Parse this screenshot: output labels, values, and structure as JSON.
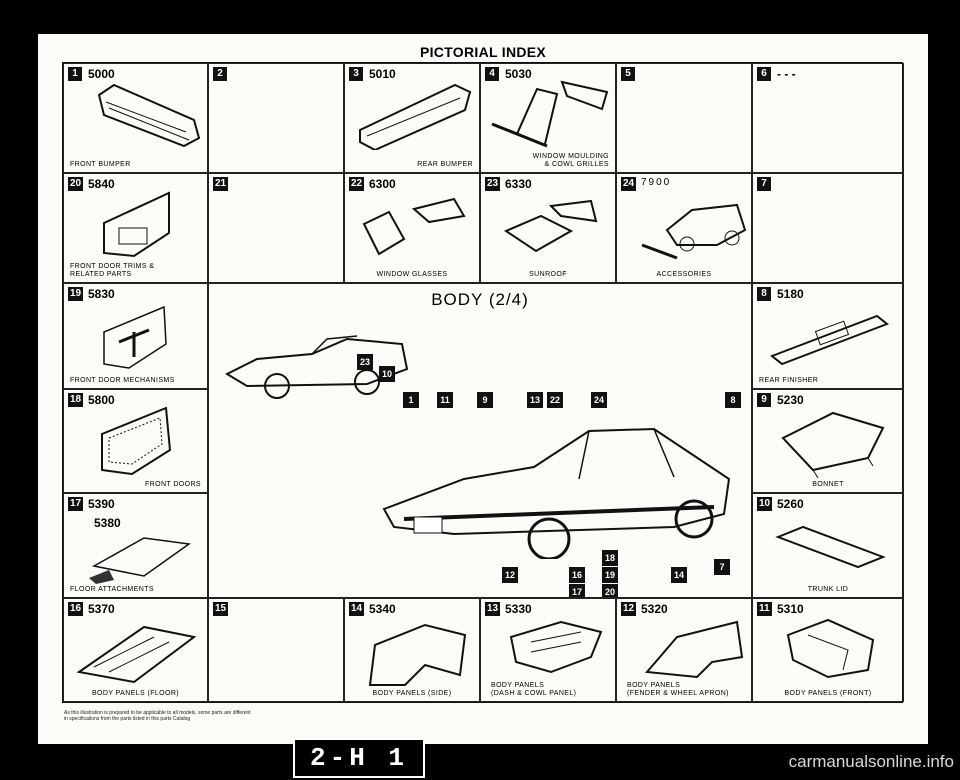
{
  "page": {
    "title": "PICTORIAL INDEX",
    "body_heading": "BODY (2/4)",
    "footnote": "As this illustration is prepared to be applicable to all models, some parts are different\nin specifications from the parts listed in this parts Catalog",
    "page_code": "2-H 1",
    "watermark": "carmanualsonline.info"
  },
  "cells": {
    "c1": {
      "badge": "1",
      "code": "5000",
      "label": "FRONT BUMPER"
    },
    "c2": {
      "badge": "2",
      "code": "",
      "label": ""
    },
    "c3": {
      "badge": "3",
      "code": "5010",
      "label": "REAR BUMPER"
    },
    "c4": {
      "badge": "4",
      "code": "5030",
      "label": "WINDOW MOULDING\n& COWL GRILLES"
    },
    "c5": {
      "badge": "5",
      "code": "",
      "label": ""
    },
    "c6": {
      "badge": "6",
      "code": "- - -",
      "label": ""
    },
    "c20": {
      "badge": "20",
      "code": "5840",
      "label": "FRONT DOOR TRIMS &\nRELATED PARTS"
    },
    "c21": {
      "badge": "21",
      "code": "",
      "label": ""
    },
    "c22": {
      "badge": "22",
      "code": "6300",
      "label": "WINDOW GLASSES"
    },
    "c23": {
      "badge": "23",
      "code": "6330",
      "label": "SUNROOF"
    },
    "c24": {
      "badge": "24",
      "code": "7900",
      "label": "ACCESSORIES"
    },
    "c7": {
      "badge": "7",
      "code": "",
      "label": ""
    },
    "c19": {
      "badge": "19",
      "code": "5830",
      "label": "FRONT DOOR MECHANISMS"
    },
    "c8": {
      "badge": "8",
      "code": "5180",
      "label": "REAR FINISHER"
    },
    "c18": {
      "badge": "18",
      "code": "5800",
      "label": "FRONT DOORS"
    },
    "c9": {
      "badge": "9",
      "code": "5230",
      "label": "BONNET"
    },
    "c17": {
      "badge": "17",
      "code": "5390",
      "code2": "5380",
      "label": "FLOOR ATTACHMENTS"
    },
    "c10": {
      "badge": "10",
      "code": "5260",
      "label": "TRUNK LID"
    },
    "c16": {
      "badge": "16",
      "code": "5370",
      "label": "BODY PANELS (FLOOR)"
    },
    "c15": {
      "badge": "15",
      "code": "",
      "label": ""
    },
    "c14": {
      "badge": "14",
      "code": "5340",
      "label": "BODY PANELS (SIDE)"
    },
    "c13": {
      "badge": "13",
      "code": "5330",
      "label": "BODY PANELS\n(DASH & COWL PANEL)"
    },
    "c12": {
      "badge": "12",
      "code": "5320",
      "label": "BODY PANELS\n(FENDER & WHEEL APRON)"
    },
    "c11": {
      "badge": "11",
      "code": "5310",
      "label": "BODY PANELS (FRONT)"
    }
  },
  "center_markers": [
    "23",
    "10",
    "1",
    "11",
    "9",
    "13",
    "22",
    "24",
    "8",
    "12",
    "16",
    "19",
    "17",
    "20",
    "18",
    "14",
    "7"
  ]
}
